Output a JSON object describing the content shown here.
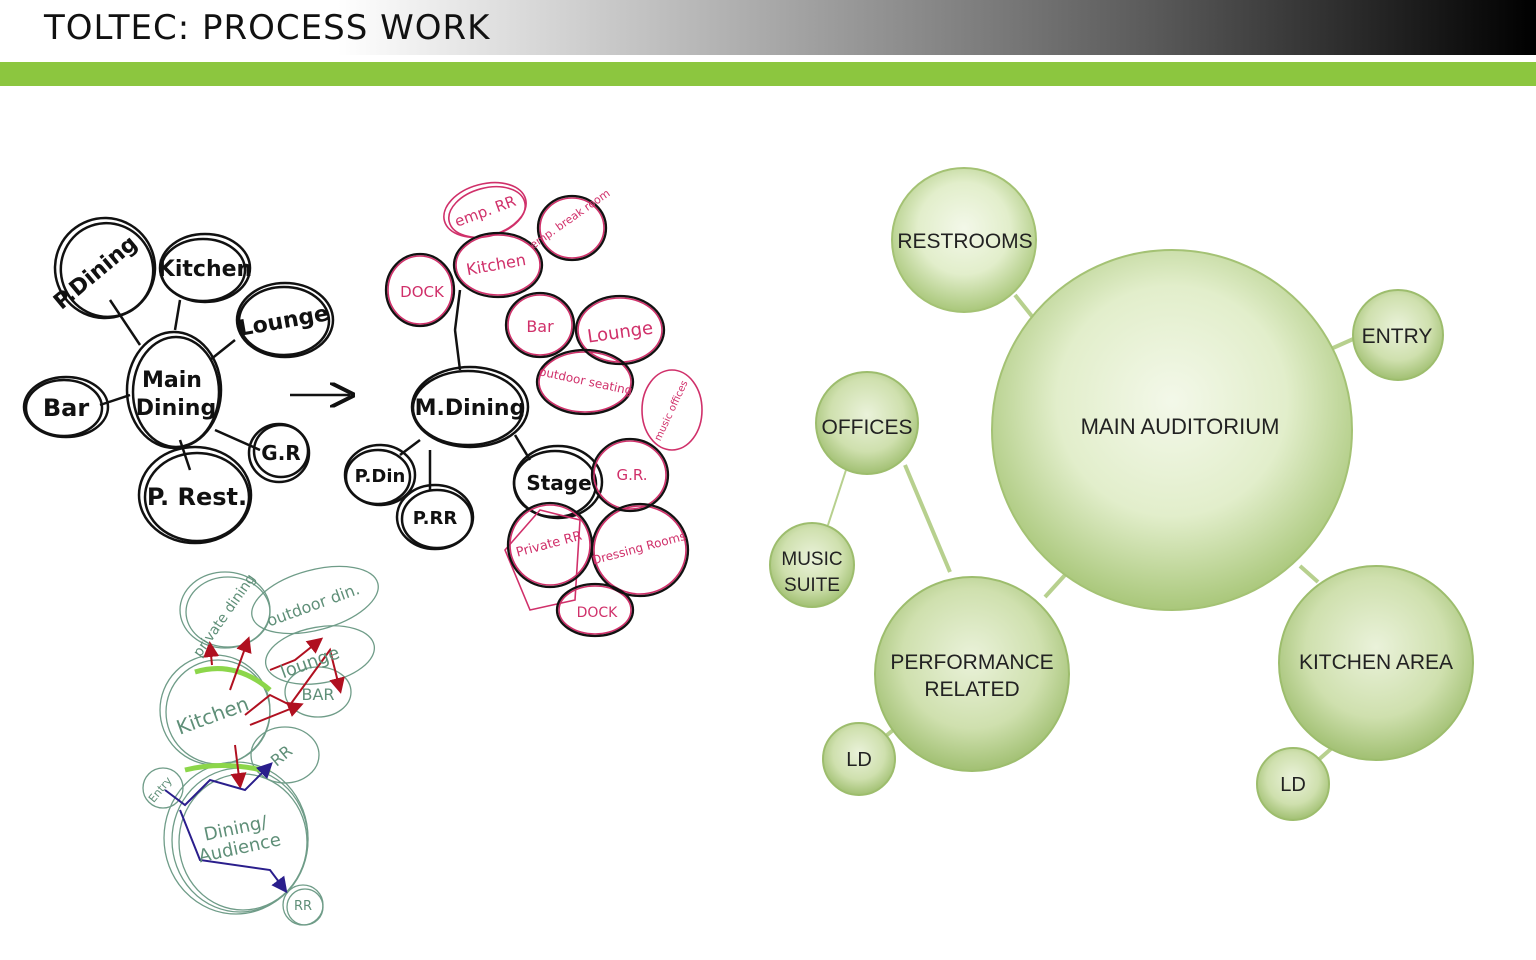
{
  "title": "TOLTEC: PROCESS WORK",
  "colors": {
    "accent_green": "#8cc63f",
    "bubble_fill_light": "#eef5df",
    "bubble_fill_dark": "#a9c77a",
    "bubble_stroke": "#9dbd6d",
    "sketch_black": "#111111",
    "sketch_red": "#d0306a",
    "sketch_green": "#5f8f78",
    "sketch_arrow_red": "#b01020",
    "sketch_arrow_blue": "#2a1e8c"
  },
  "bubble_diagram": {
    "nodes": [
      {
        "id": "main",
        "label": "MAIN AUDITORIUM"
      },
      {
        "id": "restrooms",
        "label": "RESTROOMS"
      },
      {
        "id": "entry",
        "label": "ENTRY"
      },
      {
        "id": "offices",
        "label": "OFFICES"
      },
      {
        "id": "music",
        "label": "MUSIC SUITE"
      },
      {
        "id": "performance",
        "label": "PERFORMANCE RELATED"
      },
      {
        "id": "kitchen",
        "label": "KITCHEN AREA"
      },
      {
        "id": "ld1",
        "label": "LD"
      },
      {
        "id": "ld2",
        "label": "LD"
      }
    ]
  },
  "sketch_1": {
    "labels": {
      "p_dining": "P.Dining",
      "kitchen": "Kitchen",
      "lounge": "Lounge",
      "main_dining": "Main Dining",
      "bar": "Bar",
      "gr": "G.R",
      "p_rest": "P. Rest."
    }
  },
  "sketch_2": {
    "labels": {
      "emp_rr": "emp. RR",
      "emp_break": "emp. break room",
      "dock1": "DOCK",
      "kitchen": "Kitchen",
      "bar": "Bar",
      "lounge": "Lounge",
      "outdoor": "outdoor seating",
      "m_dining": "M.Dining",
      "music": "music offices",
      "p_din": "P.Din",
      "prr": "P.RR",
      "stage": "Stage",
      "gr": "G.R.",
      "private_rr": "Private RR",
      "dressing": "Dressing Rooms",
      "dock2": "DOCK"
    }
  },
  "sketch_3": {
    "labels": {
      "private": "private dining",
      "outdoor": "outdoor din.",
      "lounge": "lounge",
      "kitchen": "Kitchen",
      "bar": "BAR",
      "rr": "RR",
      "entry": "Entry",
      "dining": "Dining/ Audience",
      "rr2": "RR"
    }
  }
}
